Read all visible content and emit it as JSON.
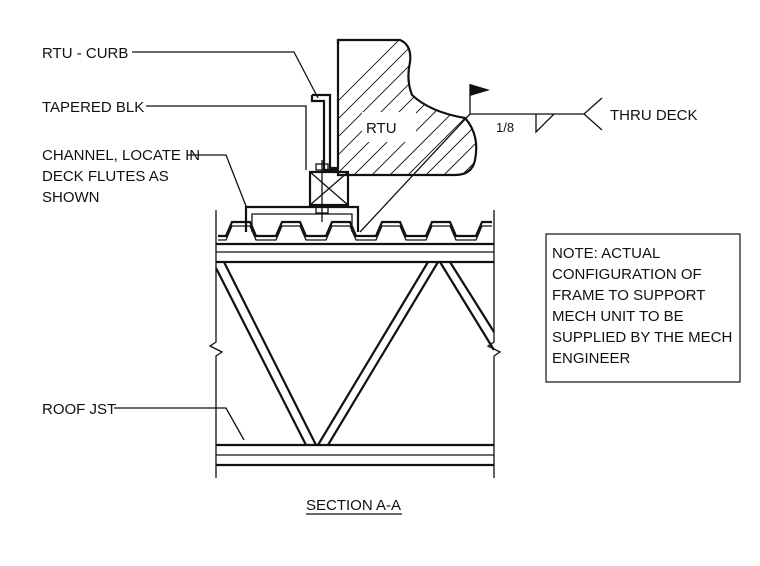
{
  "labels": {
    "rtu_curb": "RTU - CURB",
    "tapered_blk": "TAPERED BLK",
    "channel_line1": "CHANNEL, LOCATE IN",
    "channel_line2": "DECK FLUTES AS",
    "channel_line3": "SHOWN",
    "roof_jst": "ROOF JST",
    "rtu": "RTU",
    "weld_size": "1/8",
    "thru_deck": "THRU DECK",
    "section_title": "SECTION A-A"
  },
  "note": {
    "lines": [
      "NOTE: ACTUAL",
      "CONFIGURATION OF",
      "FRAME TO SUPPORT",
      "MECH UNIT TO BE",
      "SUPPLIED BY THE MECH",
      "ENGINEER"
    ]
  }
}
